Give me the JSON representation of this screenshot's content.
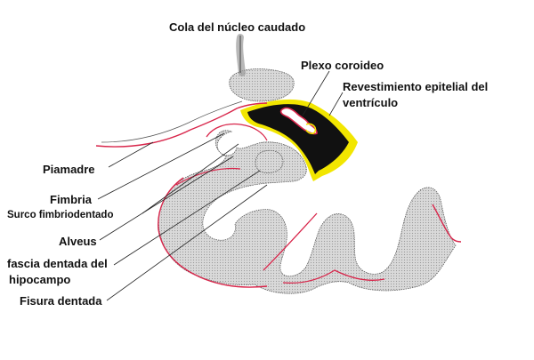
{
  "labels": {
    "cola_nucleo_caudado": "Cola del núcleo caudado",
    "plexo_coroideo": "Plexo coroideo",
    "revestimiento_line1": "Revestimiento epitelial del",
    "revestimiento_line2": "ventrículo",
    "piamadre": "Piamadre",
    "fimbria": "Fimbria",
    "surco_fimbriodentado": "Surco fimbriodentado",
    "alveus": "Alveus",
    "fascia_line1": "fascia dentada del",
    "fascia_line2": "hipocampo",
    "fisura_dentada": "Fisura dentada"
  },
  "colors": {
    "gray_matter": "#d6d6d6",
    "outline": "#5a5a5a",
    "pia": "#d8254a",
    "ventricle": "#111111",
    "ependyma": "#f2e600",
    "leader": "#222222"
  }
}
